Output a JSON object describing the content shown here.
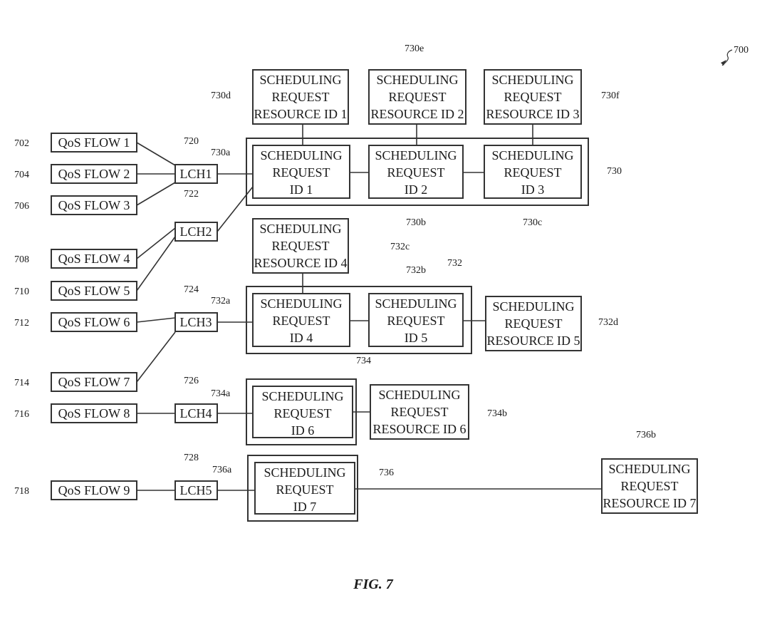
{
  "figure": {
    "number_ref": "700",
    "caption": "FIG. 7"
  },
  "qos_flows": [
    {
      "ref": "702",
      "label": "QoS FLOW 1"
    },
    {
      "ref": "704",
      "label": "QoS FLOW 2"
    },
    {
      "ref": "706",
      "label": "QoS FLOW 3"
    },
    {
      "ref": "708",
      "label": "QoS FLOW 4"
    },
    {
      "ref": "710",
      "label": "QoS FLOW 5"
    },
    {
      "ref": "712",
      "label": "QoS FLOW 6"
    },
    {
      "ref": "714",
      "label": "QoS FLOW 7"
    },
    {
      "ref": "716",
      "label": "QoS FLOW 8"
    },
    {
      "ref": "718",
      "label": "QoS FLOW 9"
    }
  ],
  "logical_channels": [
    {
      "ref": "720",
      "label": "LCH1"
    },
    {
      "ref": "722",
      "label": "LCH2"
    },
    {
      "ref": "724",
      "label": "LCH3"
    },
    {
      "ref": "726",
      "label": "LCH4"
    },
    {
      "ref": "728",
      "label": "LCH5"
    }
  ],
  "groups": [
    {
      "ref": "730"
    },
    {
      "ref": "732"
    },
    {
      "ref": "734"
    },
    {
      "ref": "736"
    }
  ],
  "sr_ids": [
    {
      "ref": "730a",
      "lines": [
        "SCHEDULING",
        "REQUEST",
        "ID 1"
      ]
    },
    {
      "ref": "730b",
      "lines": [
        "SCHEDULING",
        "REQUEST",
        "ID 2"
      ]
    },
    {
      "ref": "730c",
      "lines": [
        "SCHEDULING",
        "REQUEST",
        "ID 3"
      ]
    },
    {
      "ref": "732a",
      "lines": [
        "SCHEDULING",
        "REQUEST",
        "ID 4"
      ]
    },
    {
      "ref": "732b",
      "lines": [
        "SCHEDULING",
        "REQUEST",
        "ID 5"
      ]
    },
    {
      "ref": "734a",
      "lines": [
        "SCHEDULING",
        "REQUEST",
        "ID 6"
      ]
    },
    {
      "ref": "736a",
      "lines": [
        "SCHEDULING",
        "REQUEST",
        "ID 7"
      ]
    }
  ],
  "sr_resources": [
    {
      "ref": "730d",
      "lines": [
        "SCHEDULING",
        "REQUEST",
        "RESOURCE ID 1"
      ]
    },
    {
      "ref": "730e",
      "lines": [
        "SCHEDULING",
        "REQUEST",
        "RESOURCE ID 2"
      ]
    },
    {
      "ref": "730f",
      "lines": [
        "SCHEDULING",
        "REQUEST",
        "RESOURCE ID 3"
      ]
    },
    {
      "ref": "732c",
      "lines": [
        "SCHEDULING",
        "REQUEST",
        "RESOURCE ID 4"
      ]
    },
    {
      "ref": "732d",
      "lines": [
        "SCHEDULING",
        "REQUEST",
        "RESOURCE ID 5"
      ]
    },
    {
      "ref": "734b",
      "lines": [
        "SCHEDULING",
        "REQUEST",
        "RESOURCE ID 6"
      ]
    },
    {
      "ref": "736b",
      "lines": [
        "SCHEDULING",
        "REQUEST",
        "RESOURCE ID 7"
      ]
    }
  ]
}
